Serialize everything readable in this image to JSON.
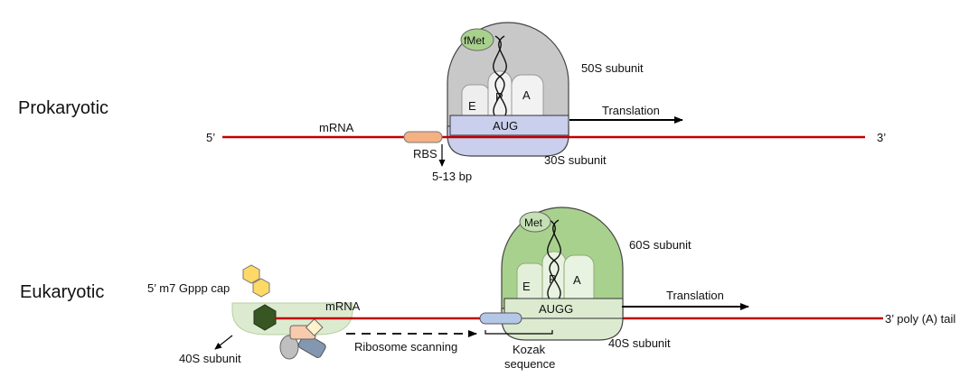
{
  "prokaryotic": {
    "title": "Prokaryotic",
    "five_prime": "5’",
    "three_prime": "3’",
    "mrna": "mRNA",
    "rbs": "RBS",
    "spacing": "5-13 bp",
    "large_subunit": "50S subunit",
    "small_subunit": "30S subunit",
    "codon": "AUG",
    "trna": "fMet",
    "site_e": "E",
    "site_p": "P",
    "site_a": "A",
    "direction": "Translation"
  },
  "eukaryotic": {
    "title": "Eukaryotic",
    "cap": "5’ m7 Gppp cap",
    "mrna": "mRNA",
    "scanning": "Ribosome scanning",
    "subunit_40s_left": "40S subunit",
    "kozak_line1": "Kozak",
    "kozak_line2": "sequence",
    "large_subunit": "60S subunit",
    "small_subunit": "40S subunit",
    "codon": "AUGG",
    "trna": "Met",
    "site_e": "E",
    "site_p": "P",
    "site_a": "A",
    "direction": "Translation",
    "tail": "3’ poly (A) tail"
  },
  "colors": {
    "mrna": "#c00000",
    "prok_large": "#c8c8c8",
    "prok_small": "#c9cfec",
    "euk_large": "#a9d18e",
    "euk_small": "#dcebd0",
    "rbs": "#f4b183",
    "cap": "#ffd966",
    "guanosine": "#375623",
    "kozak": "#b4c7e7"
  }
}
